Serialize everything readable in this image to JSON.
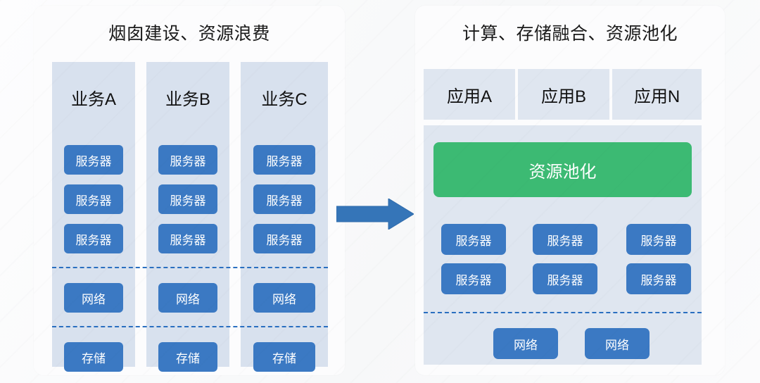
{
  "colors": {
    "server_blue": "#3b79c3",
    "pool_green": "#3cba73",
    "column_bg": "#d8e1ee",
    "block_bg": "#dfe6f0",
    "arrow_blue": "#3575b8",
    "dashed_line": "#2a6fc0",
    "panel_bg": "#fcfcfd",
    "page_bg": "#fbfbfc",
    "title_text": "#1a1a1a"
  },
  "left_panel": {
    "title": "烟囱建设、资源浪费",
    "columns": [
      {
        "header": "业务A",
        "servers": [
          "服务器",
          "服务器",
          "服务器"
        ],
        "network": "网络",
        "storage": "存储"
      },
      {
        "header": "业务B",
        "servers": [
          "服务器",
          "服务器",
          "服务器"
        ],
        "network": "网络",
        "storage": "存储"
      },
      {
        "header": "业务C",
        "servers": [
          "服务器",
          "服务器",
          "服务器"
        ],
        "network": "网络",
        "storage": "存储"
      }
    ]
  },
  "arrow": {
    "icon": "right-arrow-icon",
    "direction": "right"
  },
  "right_panel": {
    "title": "计算、存储融合、资源池化",
    "apps": [
      "应用A",
      "应用B",
      "应用N"
    ],
    "pool": {
      "label": "资源池化",
      "servers": [
        "服务器",
        "服务器",
        "服务器",
        "服务器",
        "服务器",
        "服务器"
      ],
      "networks": [
        "网络",
        "网络"
      ]
    }
  }
}
